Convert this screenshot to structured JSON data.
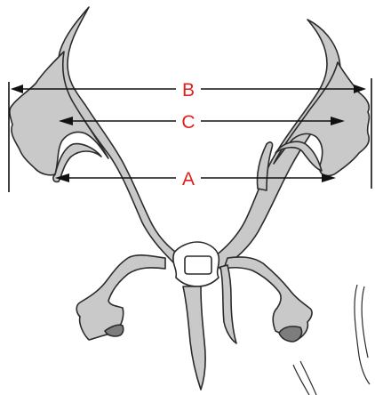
{
  "labels": {
    "a": "A",
    "b": "B",
    "c": "C"
  },
  "colors": {
    "antler_fill": "#c9c9c9",
    "antler_outline": "#2b2b2b",
    "skull_fill": "#ffffff",
    "tip_fill": "#7d7d7d",
    "measure_line": "#111111",
    "label_text": "#e0201d",
    "background": "#ffffff"
  }
}
